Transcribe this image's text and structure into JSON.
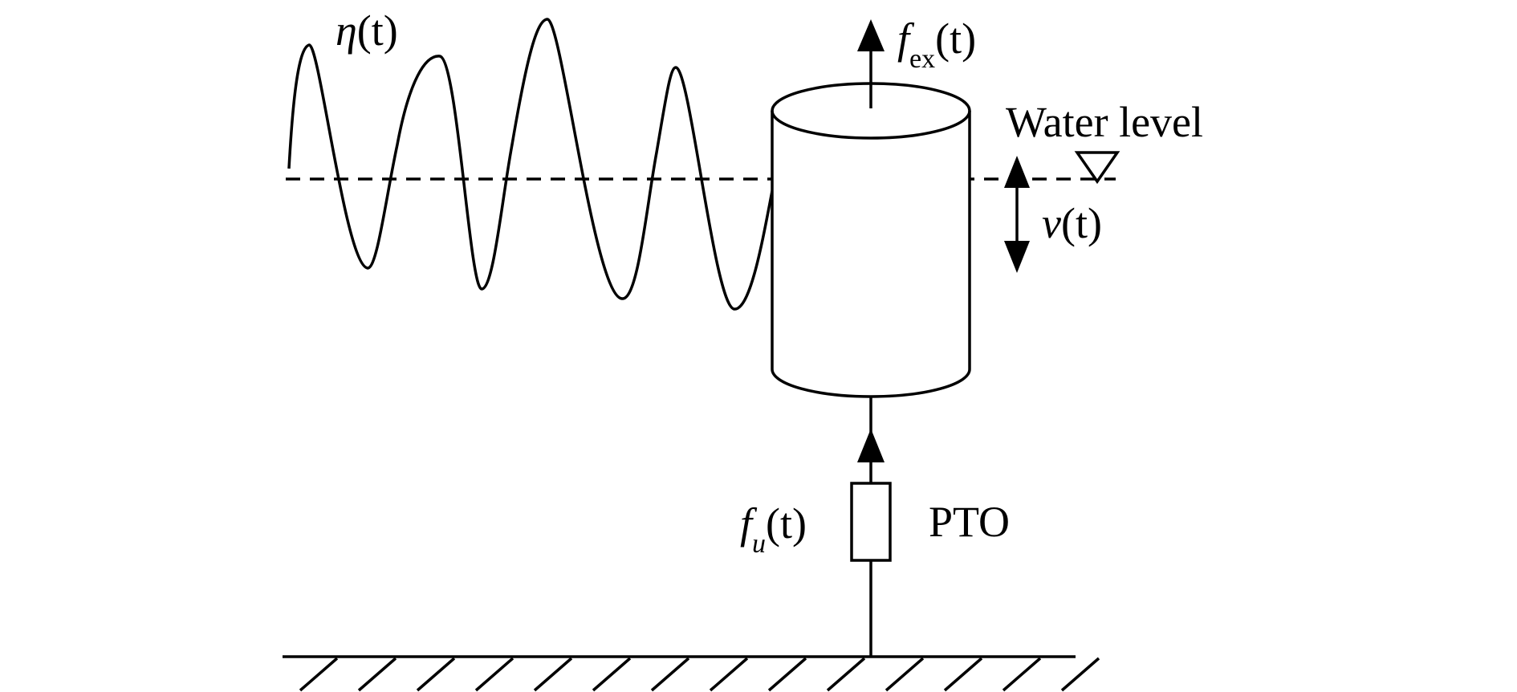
{
  "labels": {
    "wave_elevation": {
      "main": "η",
      "arg": "(t)"
    },
    "excitation_force": {
      "main": "f",
      "sub": "ex",
      "arg": "(t)"
    },
    "water_level": "Water level",
    "velocity": {
      "main": "v",
      "arg": "(t)"
    },
    "control_force": {
      "main": "f",
      "sub": "u",
      "arg": "(t)"
    },
    "pto": "PTO"
  },
  "colors": {
    "ink": "#000000",
    "background": "#ffffff"
  }
}
